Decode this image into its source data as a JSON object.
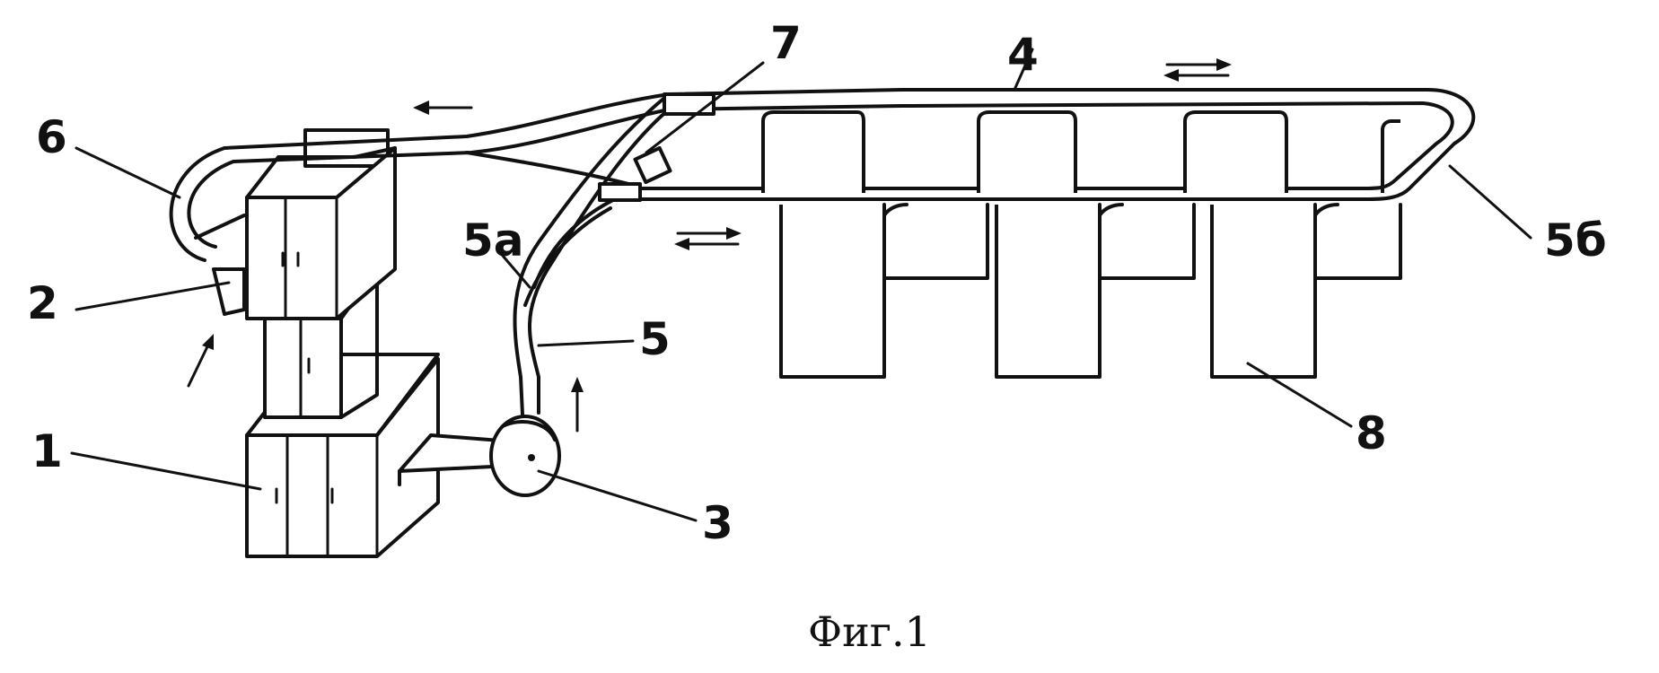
{
  "figure": {
    "caption": "Фиг.1",
    "labels": {
      "l1": "1",
      "l2": "2",
      "l3": "3",
      "l4": "4",
      "l5": "5",
      "l5a": "5a",
      "l5b": "5б",
      "l6": "6",
      "l7": "7",
      "l8": "8"
    }
  }
}
